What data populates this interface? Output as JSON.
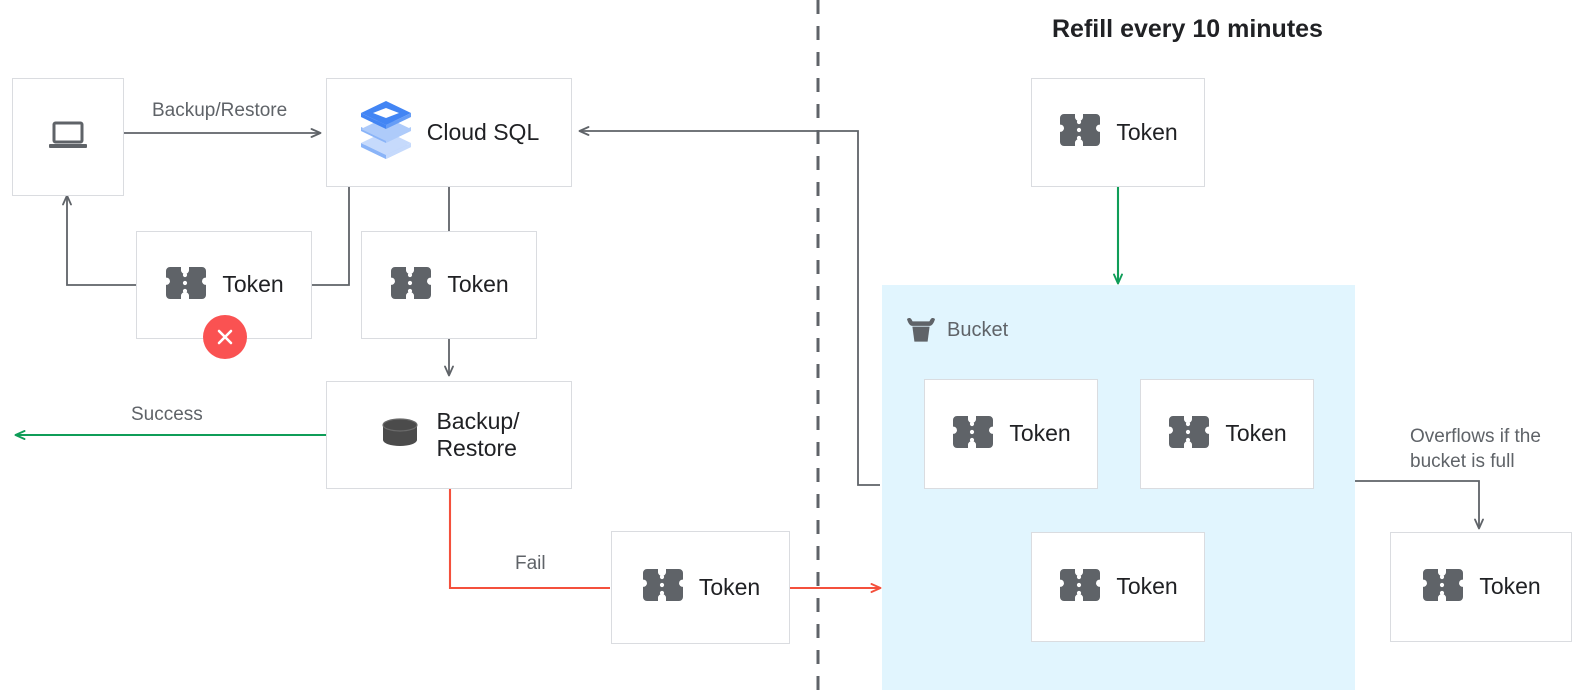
{
  "title": "Refill every 10 minutes",
  "colors": {
    "accent_blue": "#4285f4",
    "accent_blue_light": "#a8c7fa",
    "bucket_fill": "#e1f5fe",
    "success_green": "#0f9d58",
    "fail_red": "#f4503c",
    "error_badge": "#fa5252",
    "line_gray": "#5f6368",
    "box_border": "#dadce0",
    "icon_gray": "#5f6368",
    "text_dark": "#202124",
    "text_muted": "#5f6368"
  },
  "nodes": {
    "client": {
      "label": "",
      "icon": "laptop-icon"
    },
    "cloud_sql": {
      "label": "Cloud SQL",
      "icon": "cloud-sql-icon"
    },
    "token_failed": {
      "label": "Token",
      "icon": "token-icon",
      "badge": "error-x-icon"
    },
    "token_sql": {
      "label": "Token",
      "icon": "token-icon"
    },
    "backup_restore": {
      "label": "Backup/\nRestore",
      "icon": "database-icon"
    },
    "token_fail": {
      "label": "Token",
      "icon": "token-icon"
    },
    "token_refill": {
      "label": "Token",
      "icon": "token-icon"
    },
    "token_bucket_1": {
      "label": "Token",
      "icon": "token-icon"
    },
    "token_bucket_2": {
      "label": "Token",
      "icon": "token-icon"
    },
    "token_bucket_3": {
      "label": "Token",
      "icon": "token-icon"
    },
    "token_overflow": {
      "label": "Token",
      "icon": "token-icon"
    }
  },
  "bucket": {
    "label": "Bucket",
    "icon": "bucket-icon"
  },
  "edge_labels": {
    "backup_restore": "Backup/Restore",
    "success": "Success",
    "fail": "Fail",
    "overflow": "Overflows if the\nbucket is full"
  }
}
